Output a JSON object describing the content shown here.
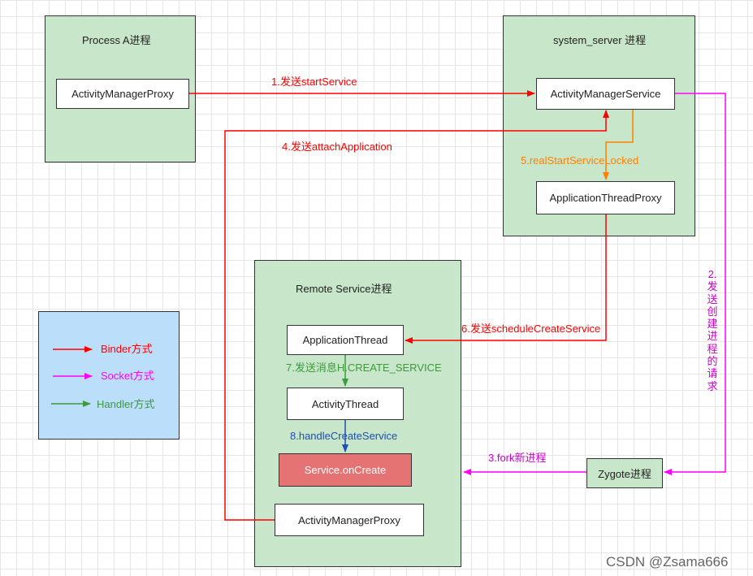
{
  "colors": {
    "binder": "#ff0000",
    "socket": "#ff00ff",
    "handler": "#3d9a3d",
    "orange": "#ff8000",
    "blue": "#1f4fb0",
    "container_fill": "#c8e6c9",
    "legend_fill": "#bbdefb",
    "highlight_box": "#e57373"
  },
  "containers": {
    "process_a": {
      "title": "Process A进程"
    },
    "system_server": {
      "title": "system_server 进程"
    },
    "remote_service": {
      "title": "Remote Service进程"
    }
  },
  "nodes": {
    "amp_a": "ActivityManagerProxy",
    "ams": "ActivityManagerService",
    "atp": "ApplicationThreadProxy",
    "app_thread": "ApplicationThread",
    "activity_thread": "ActivityThread",
    "service_oncreate": "Service.onCreate",
    "amp_remote": "ActivityManagerProxy",
    "zygote": "Zygote进程"
  },
  "edges": {
    "e1": "1.发送startService",
    "e2": "2.发送创建进程的请求",
    "e3": "3.fork新进程",
    "e4": "4.发送attachApplication",
    "e5": "5.realStartServiceLocked",
    "e6": "6.发送scheduleCreateService",
    "e7": "7.发送消息H.CREATE_SERVICE",
    "e8": "8.handleCreateService"
  },
  "legend": {
    "binder": "Binder方式",
    "socket": "Socket方式",
    "handler": "Handler方式"
  },
  "watermark": "CSDN @Zsama666"
}
